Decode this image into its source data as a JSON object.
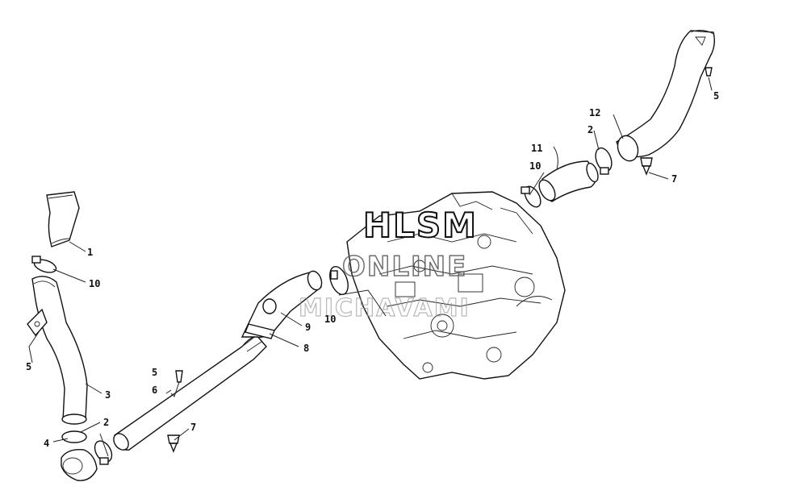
{
  "watermark": {
    "line1": "HLSM",
    "line2": "ONLINE",
    "line3": "MICHAVAMI"
  },
  "callouts": {
    "c1": "1",
    "c2a": "2",
    "c2b": "2",
    "c3": "3",
    "c4": "4",
    "c5a": "5",
    "c5b": "5",
    "c5c": "5",
    "c6": "6",
    "c7a": "7",
    "c7b": "7",
    "c8": "8",
    "c9": "9",
    "c10a": "10",
    "c10b": "10",
    "c10c": "10",
    "c11": "11",
    "c12": "12"
  }
}
